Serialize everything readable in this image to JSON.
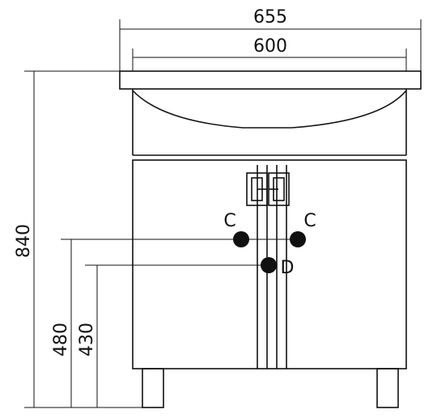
{
  "dimensions": {
    "overall_width": "655",
    "cabinet_width": "600",
    "overall_height": "840",
    "height_c": "480",
    "height_d": "430"
  },
  "connections": {
    "cold_hot_left": "C",
    "cold_hot_right": "C",
    "drain": "D"
  }
}
